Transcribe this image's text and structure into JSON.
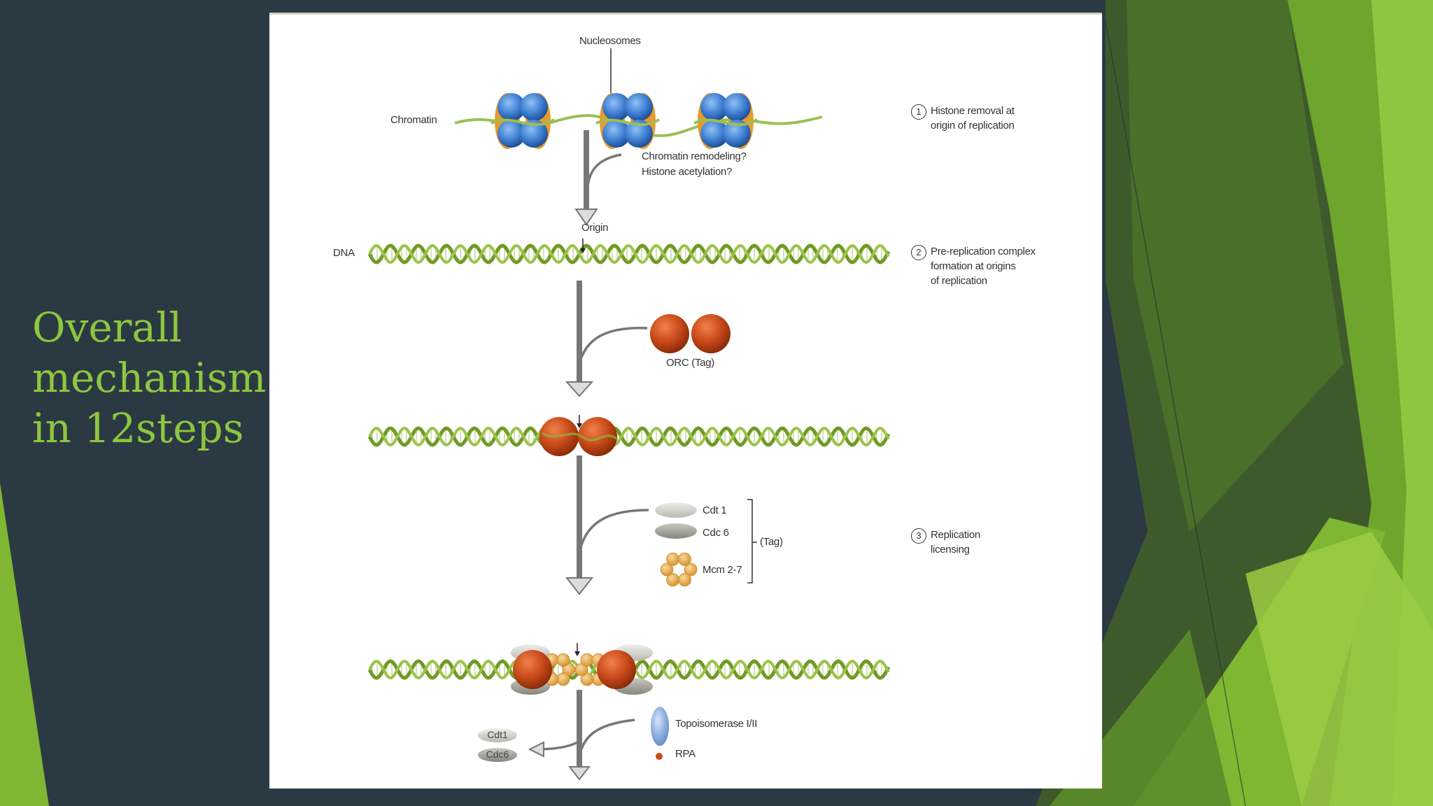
{
  "slide": {
    "title_lines": [
      "Overall",
      "mechanism",
      "in 12steps"
    ],
    "colors": {
      "background": "#2b3a42",
      "title": "#8dc63f",
      "accent_green": "#8dc63f",
      "panel": "#ffffff"
    }
  },
  "diagram": {
    "labels": {
      "nucleosomes": "Nucleosomes",
      "chromatin": "Chromatin",
      "remodeling_1": "Chromatin remodeling?",
      "remodeling_2": "Histone acetylation?",
      "origin": "Origin",
      "dna": "DNA",
      "orc": "ORC (Tag)",
      "cdt1": "Cdt 1",
      "cdc6": "Cdc 6",
      "mcm": "Mcm 2-7",
      "tag": "(Tag)",
      "topoisomerase": "Topoisomerase I/II",
      "rpa": "RPA",
      "cdt1_small": "Cdt1",
      "cdc6_small": "Cdc6"
    },
    "steps": [
      {
        "num": "1",
        "lines": [
          "Histone removal at",
          "origin of replication"
        ]
      },
      {
        "num": "2",
        "lines": [
          "Pre-replication complex",
          "formation at origins",
          "of replication"
        ]
      },
      {
        "num": "3",
        "lines": [
          "Replication",
          "licensing"
        ]
      }
    ],
    "colors": {
      "dna_green": "#8cb33a",
      "histone_blue": "#3f7fd1",
      "histone_orange": "#e89a2a",
      "orc_red": "#c94a1a",
      "mcm_orange": "#e3a548",
      "cdt_gray": "#b8b8b4",
      "topo_blue": "#7ea6e0",
      "arrow_gray": "#9a9a9a"
    }
  }
}
